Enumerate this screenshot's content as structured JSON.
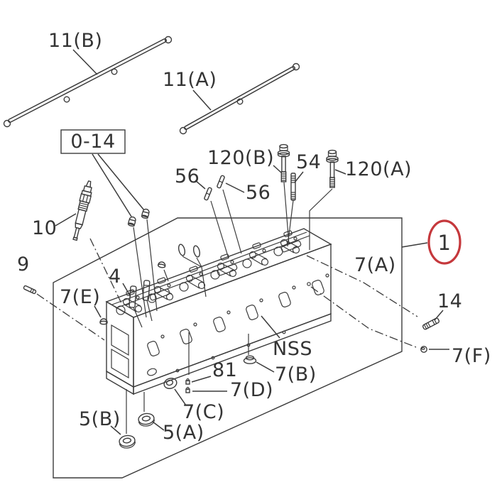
{
  "diagram": {
    "kind": "exploded-parts-diagram",
    "labels": {
      "p11b": "11(B)",
      "p11a": "11(A)",
      "group_ref": "0-14",
      "p10": "10",
      "p9": "9",
      "p56_left": "56",
      "p56_right": "56",
      "p120b": "120(B)",
      "p54": "54",
      "p120a": "120(A)",
      "p4": "4",
      "p7e": "7(E)",
      "p7a": "7(A)",
      "main_callout": "1",
      "p14": "14",
      "p7f": "7(F)",
      "nss": "NSS",
      "p81": "81",
      "p7d": "7(D)",
      "p7b": "7(B)",
      "p7c": "7(C)",
      "p5a": "5(A)",
      "p5b": "5(B)"
    },
    "colors": {
      "highlight_red": "#c5383c",
      "line": "#3b3b3b",
      "background": "#ffffff"
    }
  }
}
